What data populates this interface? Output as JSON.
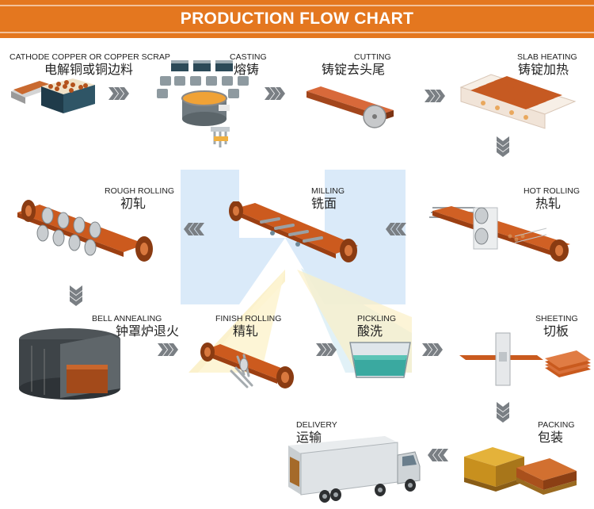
{
  "title": "PRODUCTION FLOW CHART",
  "steps": {
    "raw": {
      "en": "CATHODE COPPER OR COPPER SCRAP",
      "zh": "电解铜或铜边料"
    },
    "casting": {
      "en": "CASTING",
      "zh": "熔铸"
    },
    "cutting": {
      "en": "CUTTING",
      "zh": "铸锭去头尾"
    },
    "slab": {
      "en": "SLAB HEATING",
      "zh": "铸锭加热"
    },
    "rough": {
      "en": "ROUGH ROLLING",
      "zh": "初轧"
    },
    "milling": {
      "en": "MILLING",
      "zh": "铣面"
    },
    "hot": {
      "en": "HOT ROLLING",
      "zh": "热轧"
    },
    "bell": {
      "en": "BELL ANNEALING",
      "zh": "钟罩炉退火"
    },
    "finish": {
      "en": "FINISH ROLLING",
      "zh": "精轧"
    },
    "pickling": {
      "en": "PICKLING",
      "zh": "酸洗"
    },
    "sheeting": {
      "en": "SHEETING",
      "zh": "切板"
    },
    "delivery": {
      "en": "DELIVERY",
      "zh": "运输"
    },
    "packing": {
      "en": "PACKING",
      "zh": "包装"
    }
  },
  "colors": {
    "title_bar": "#e4771f",
    "copper": "#c8571a",
    "arrow": "#7a7f84",
    "blue_beam": "#cfe4f7",
    "yellow_beam": "#fbf1c6"
  },
  "icons": {
    "flow_arrow": "triple-chevron"
  }
}
